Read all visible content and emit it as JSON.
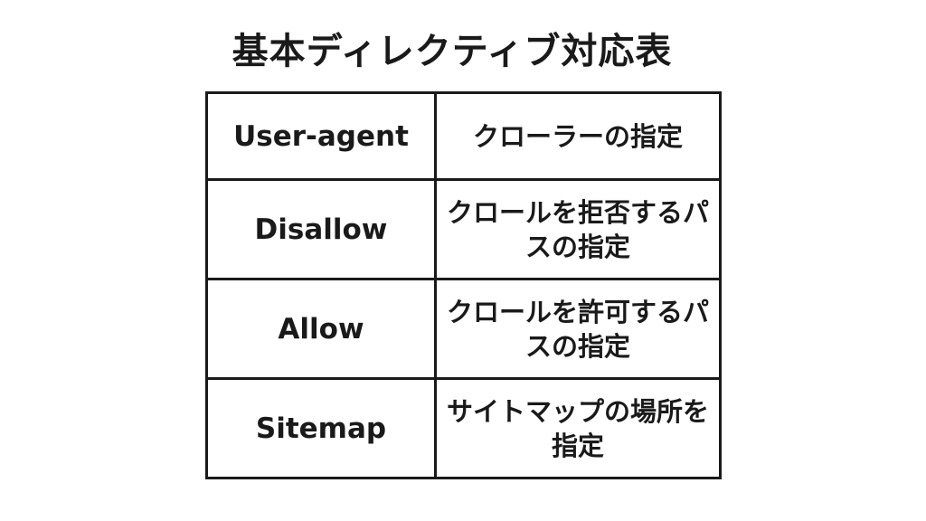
{
  "title": "基本ディレクティブ対応表",
  "rows": [
    {
      "directive": "User-agent",
      "description": "クローラーの指定"
    },
    {
      "directive": "Disallow",
      "description": "クロールを拒否するパスの指定"
    },
    {
      "directive": "Allow",
      "description": "クロールを許可するパスの指定"
    },
    {
      "directive": "Sitemap",
      "description": "サイトマップの場所を指定"
    }
  ]
}
